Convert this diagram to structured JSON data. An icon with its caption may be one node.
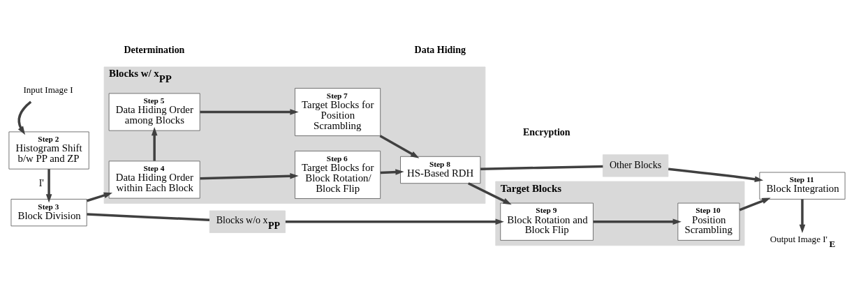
{
  "diagram": {
    "nodes": [
      {
        "text": [
          "Input Image I"
        ]
      },
      {
        "text": [
          "Step 2",
          "Histogram Shift b/w PP and ZP"
        ]
      },
      {
        "text": [
          "Step 3",
          "Block Division"
        ]
      },
      {
        "text": [
          "Blocks w/ x$_{PP}$"
        ]
      },
      {
        "text": [
          "Step 4",
          "Data Hiding Order within Each Block"
        ],
        "in": 3
      },
      {
        "text": [
          "Step 5",
          "Data Hiding Order among Blocks"
        ],
        "in": 3
      },
      {
        "text": [
          "Step 6",
          "Target Blocks for Block Rotation/ Block Flip"
        ],
        "in": 3
      },
      {
        "text": [
          "Step 7",
          "Target Blocks for Position Scrambling"
        ],
        "in": 3
      },
      {
        "text": [
          "Step 8",
          "HS-Based RDH"
        ],
        "in": 3
      },
      {
        "text": [
          "Other Blocks"
        ]
      },
      {
        "text": [
          "Target Blocks"
        ]
      },
      {
        "text": [
          "Step 9",
          "Block Rotation and Block Flip"
        ],
        "in": 10
      },
      {
        "text": [
          "Step 10",
          "Position Scrambling"
        ],
        "in": 10
      },
      {
        "text": [
          "Step 11",
          "Block Integration"
        ]
      },
      {
        "text": [
          "Output Image I'$_{E}$"
        ]
      },
      {
        "text": [
          "Blocks w/o x$_{PP}$"
        ]
      }
    ],
    "edges": [
      {
        "from": 0,
        "to": 1,
        "arrow": "to"
      },
      {
        "from": 1,
        "to": 2,
        "arrow": "to",
        "label": "I'"
      },
      {
        "from": 2,
        "to": 4,
        "arrow": "to"
      },
      {
        "from": 4,
        "to": 6,
        "arrow": "to"
      },
      {
        "from": 4,
        "to": 5,
        "arrow": "to"
      },
      {
        "from": 5,
        "to": 7,
        "arrow": "to"
      },
      {
        "from": 6,
        "to": 8,
        "arrow": "to"
      },
      {
        "from": 7,
        "to": 8,
        "arrow": "to"
      },
      {
        "from": 8,
        "to": 11,
        "arrow": "to"
      },
      {
        "from": 8,
        "to": 9,
        "arrow": "none"
      },
      {
        "from": 9,
        "to": 13,
        "arrow": "to"
      },
      {
        "from": 11,
        "to": 12,
        "arrow": "to"
      },
      {
        "from": 12,
        "to": 13,
        "arrow": "to"
      },
      {
        "from": 13,
        "to": 14,
        "arrow": "to"
      },
      {
        "from": 2,
        "to": 15,
        "arrow": "none"
      },
      {
        "from": 15,
        "to": 11,
        "arrow": "to"
      }
    ],
    "labels": [
      "Determination",
      "Data Hiding",
      "Encryption"
    ]
  }
}
